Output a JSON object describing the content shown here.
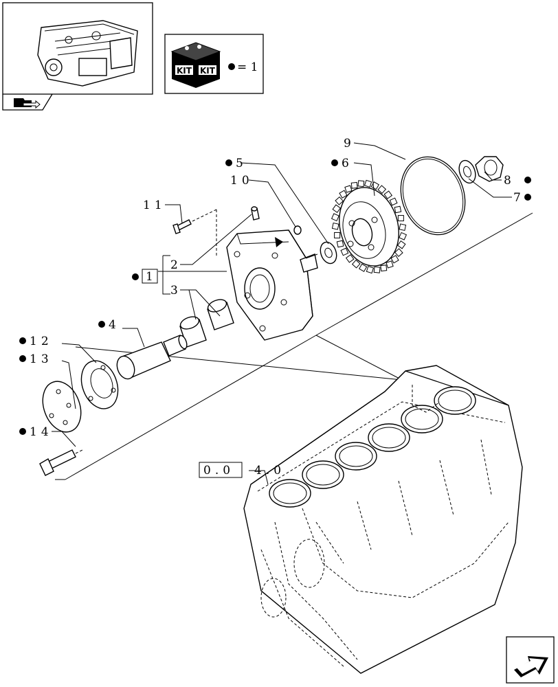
{
  "kit_legend": {
    "icon": "kit-box-icon",
    "kit_text_left": "KIT",
    "kit_text_right": "KIT",
    "equals_text": "= 1"
  },
  "nav": {
    "back_icon": "folder-arrow-icon",
    "next_icon": "next-page-arrow-icon"
  },
  "callouts": [
    {
      "id": "c1",
      "text": "1",
      "kit": true
    },
    {
      "id": "c2",
      "text": "2",
      "kit": false
    },
    {
      "id": "c3",
      "text": "3",
      "kit": false
    },
    {
      "id": "c4",
      "text": "4",
      "kit": true
    },
    {
      "id": "c5",
      "text": "5",
      "kit": true
    },
    {
      "id": "c6",
      "text": "6",
      "kit": true
    },
    {
      "id": "c7",
      "text": "7",
      "kit": true
    },
    {
      "id": "c8",
      "text": "8",
      "kit": true
    },
    {
      "id": "c9",
      "text": "9",
      "kit": false
    },
    {
      "id": "c10",
      "text": "10",
      "kit": false
    },
    {
      "id": "c11",
      "text": "11",
      "kit": false
    },
    {
      "id": "c12",
      "text": "12",
      "kit": true
    },
    {
      "id": "c13",
      "text": "13",
      "kit": true
    },
    {
      "id": "c14",
      "text": "14",
      "kit": true
    }
  ],
  "reference": {
    "boxed_part": "0.0",
    "suffix": "4.0"
  }
}
